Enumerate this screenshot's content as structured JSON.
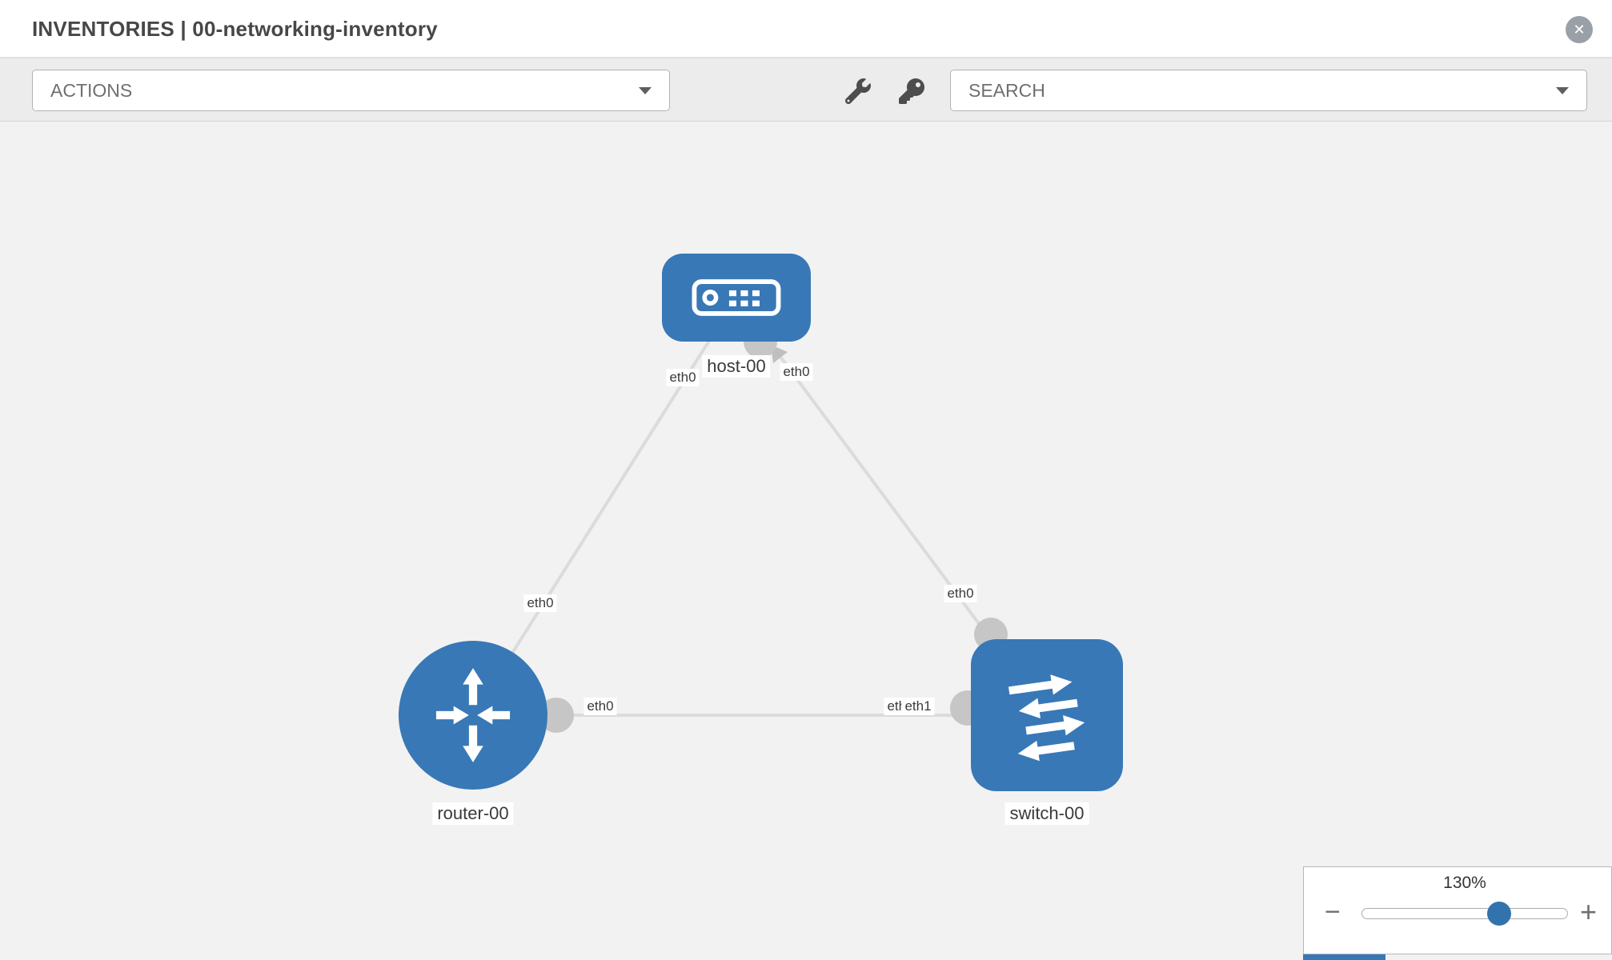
{
  "header": {
    "title": "INVENTORIES | 00-networking-inventory",
    "close_glyph": "✕"
  },
  "toolbar": {
    "actions_value": "ACTIONS",
    "search_value": "SEARCH",
    "icons": [
      "wrench-icon",
      "key-icon"
    ]
  },
  "topology": {
    "nodes": [
      {
        "id": "host-00",
        "type": "host",
        "label": "host-00"
      },
      {
        "id": "router-00",
        "type": "router",
        "label": "router-00"
      },
      {
        "id": "switch-00",
        "type": "switch",
        "label": "switch-00"
      }
    ],
    "links": [
      {
        "from": "router-00",
        "to": "host-00"
      },
      {
        "from": "switch-00",
        "to": "host-00"
      },
      {
        "from": "router-00",
        "to": "switch-00"
      }
    ],
    "interface_labels": [
      {
        "text": "eth0"
      },
      {
        "text": "eth0"
      },
      {
        "text": "eth0"
      },
      {
        "text": "eth0"
      },
      {
        "text": "eth0"
      },
      {
        "text": "eth1"
      },
      {
        "text": "eth1"
      }
    ]
  },
  "zoom": {
    "level": "130%",
    "minus_glyph": "−",
    "plus_glyph": "+"
  },
  "colors": {
    "node_blue": "#3878b6",
    "link_gray": "#dbdbdb",
    "canvas_bg": "#f2f2f2",
    "toolbar_bg": "#ececec"
  }
}
